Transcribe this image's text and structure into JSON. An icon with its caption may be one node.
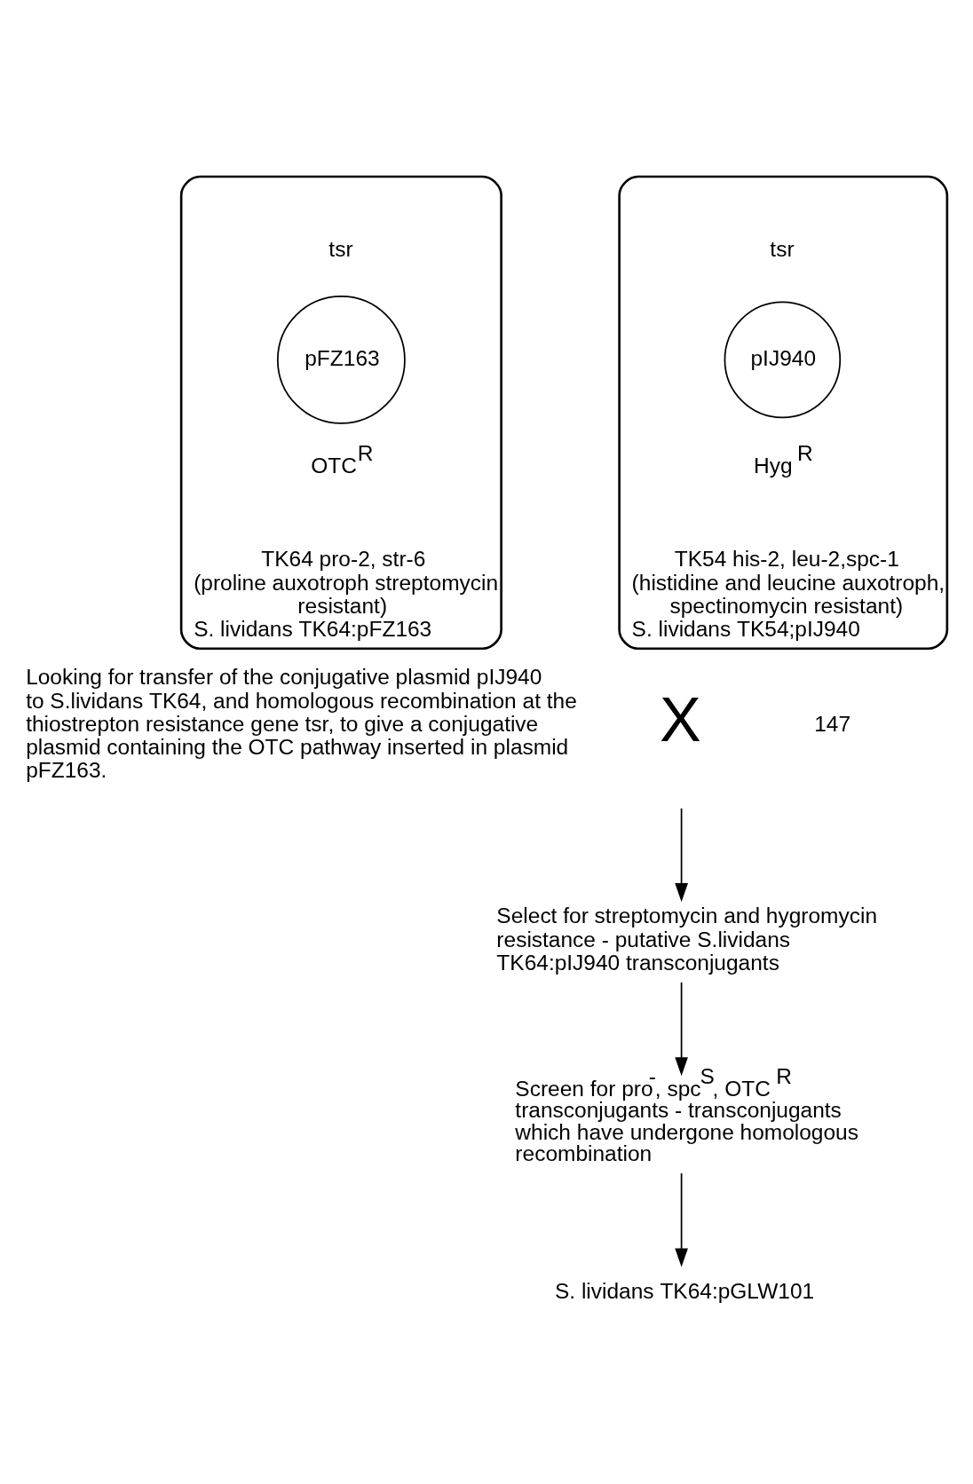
{
  "diagram": {
    "nodes": [
      {
        "text": [
          "TK64 pro-2, str-6",
          "(proline auxotroph streptomycin resistant)",
          "S. lividans TK64:pFZ163"
        ]
      },
      {
        "text": [
          "pFZ163"
        ],
        "in": 0,
        "beside": [
          "tsr",
          "OTC$^{R}$"
        ]
      },
      {
        "text": [
          "TK54 his-2, leu-2,spc-1",
          "(histidine and leucine auxotroph, spectinomycin resistant)",
          "S. lividans TK54;pIJ940"
        ]
      },
      {
        "text": [
          "pIJ940"
        ],
        "in": 2,
        "beside": [
          "tsr",
          "Hyg $^{R}$"
        ]
      },
      {
        "text": [
          "Select for streptomycin and hygromycin resistance - putative S.lividans TK64:pIJ940 transconjugants"
        ]
      },
      {
        "text": [
          "Screen for pro$^{-}$, spc$^{S}$, OTC $^{R}$ transconjugants - transconjugants which have undergone homologous recombination"
        ]
      },
      {
        "text": [
          "S. lividans TK64:pGLW101"
        ]
      }
    ],
    "edges": [
      {
        "from": null,
        "to": 4,
        "arrow": "to"
      },
      {
        "from": 4,
        "to": 5,
        "arrow": "to"
      },
      {
        "from": 5,
        "to": 6,
        "arrow": "to"
      }
    ],
    "labels": [
      "147",
      "X",
      "Looking for transfer of the conjugative plasmid pIJ940 to S.lividans TK64, and homologous recombination at the thiostrepton resistance gene tsr, to give a conjugative plasmid containing the OTC pathway inserted in plasmid pFZ163."
    ]
  }
}
